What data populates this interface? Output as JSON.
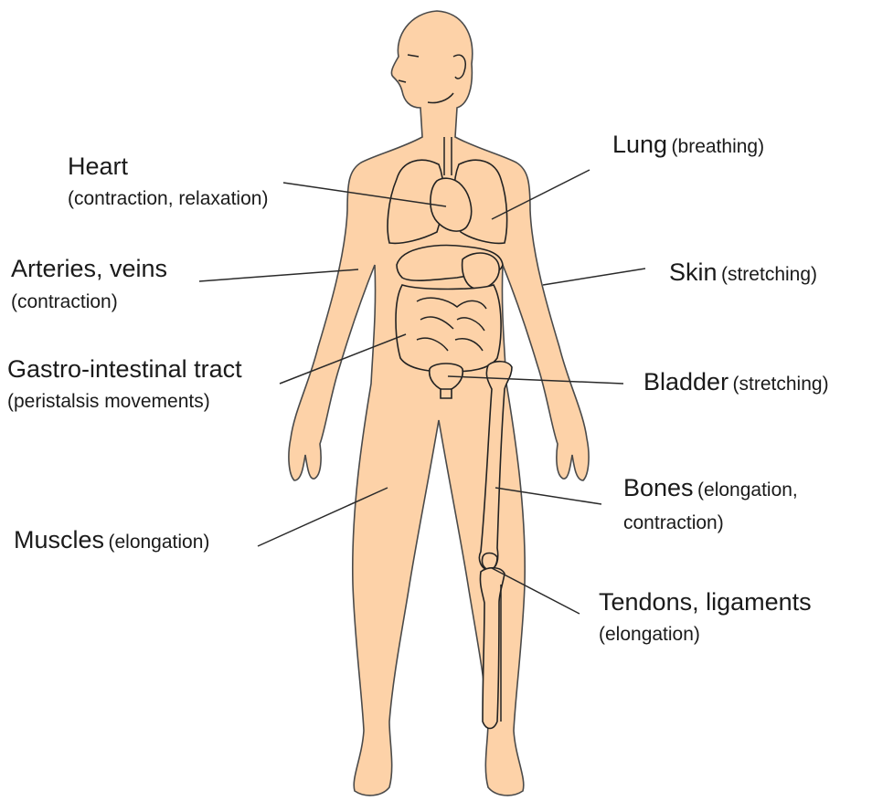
{
  "labels": {
    "heart": {
      "name": "Heart",
      "detail": "(contraction, relaxation)"
    },
    "arteries": {
      "name": "Arteries, veins",
      "detail": "(contraction)"
    },
    "gi": {
      "name": "Gastro-intestinal tract",
      "detail": "(peristalsis movements)"
    },
    "muscles": {
      "name": "Muscles",
      "detail": "(elongation)"
    },
    "lung": {
      "name": "Lung",
      "detail": "(breathing)"
    },
    "skin": {
      "name": "Skin",
      "detail": "(stretching)"
    },
    "bladder": {
      "name": "Bladder",
      "detail": "(stretching)"
    },
    "bones": {
      "name": "Bones",
      "detail": "(elongation,",
      "detail2": "contraction)"
    },
    "tendons": {
      "name": "Tendons, ligaments",
      "detail": "(elongation)"
    }
  },
  "colors": {
    "skin": "#fdd2a8",
    "outline": "#4a4a4a",
    "text": "#1a1a1a"
  }
}
